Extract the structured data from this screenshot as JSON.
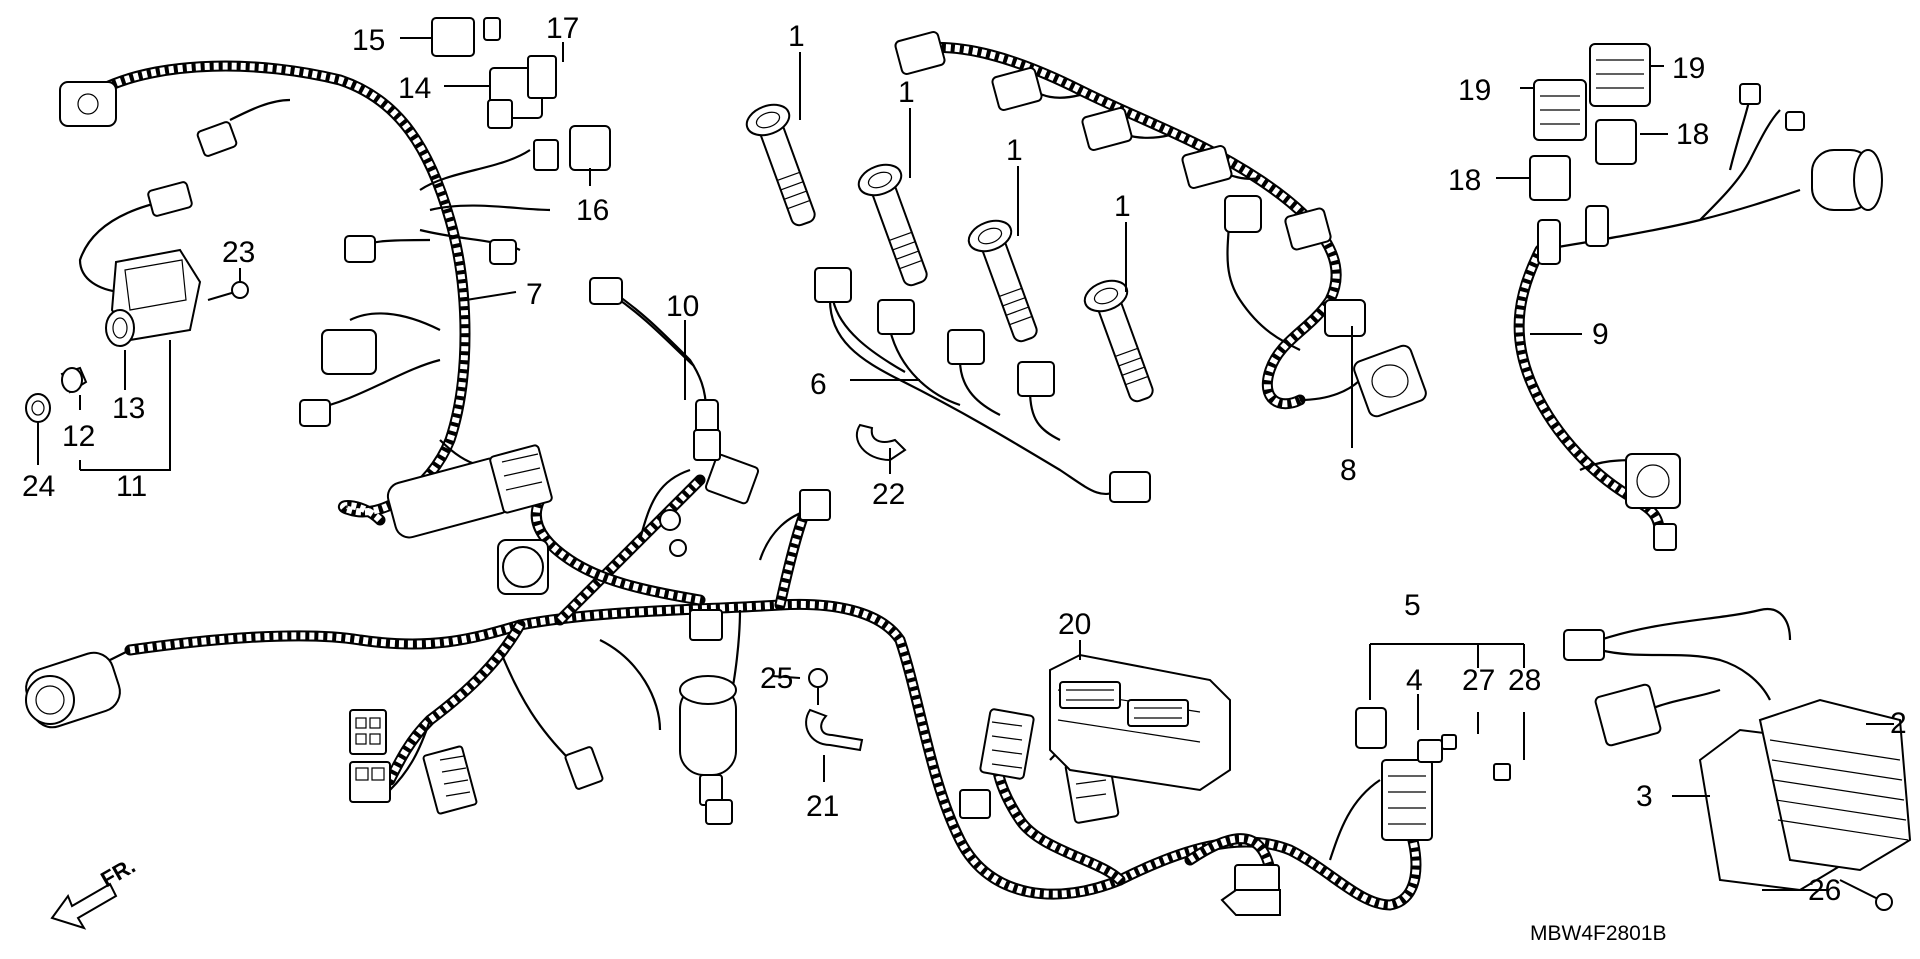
{
  "diagram": {
    "code": "MBW4F2801B",
    "direction_label": "FR.",
    "callouts": [
      {
        "id": "c1a",
        "text": "1"
      },
      {
        "id": "c1b",
        "text": "1"
      },
      {
        "id": "c1c",
        "text": "1"
      },
      {
        "id": "c1d",
        "text": "1"
      },
      {
        "id": "c2",
        "text": "2"
      },
      {
        "id": "c3",
        "text": "3"
      },
      {
        "id": "c4",
        "text": "4"
      },
      {
        "id": "c5",
        "text": "5"
      },
      {
        "id": "c6",
        "text": "6"
      },
      {
        "id": "c7",
        "text": "7"
      },
      {
        "id": "c8",
        "text": "8"
      },
      {
        "id": "c9",
        "text": "9"
      },
      {
        "id": "c10",
        "text": "10"
      },
      {
        "id": "c11",
        "text": "11"
      },
      {
        "id": "c12",
        "text": "12"
      },
      {
        "id": "c13",
        "text": "13"
      },
      {
        "id": "c14",
        "text": "14"
      },
      {
        "id": "c15",
        "text": "15"
      },
      {
        "id": "c16",
        "text": "16"
      },
      {
        "id": "c17",
        "text": "17"
      },
      {
        "id": "c18a",
        "text": "18"
      },
      {
        "id": "c18b",
        "text": "18"
      },
      {
        "id": "c19a",
        "text": "19"
      },
      {
        "id": "c19b",
        "text": "19"
      },
      {
        "id": "c20",
        "text": "20"
      },
      {
        "id": "c21",
        "text": "21"
      },
      {
        "id": "c22",
        "text": "22"
      },
      {
        "id": "c23",
        "text": "23"
      },
      {
        "id": "c24",
        "text": "24"
      },
      {
        "id": "c25",
        "text": "25"
      },
      {
        "id": "c26",
        "text": "26"
      },
      {
        "id": "c27",
        "text": "27"
      },
      {
        "id": "c28",
        "text": "28"
      }
    ]
  }
}
